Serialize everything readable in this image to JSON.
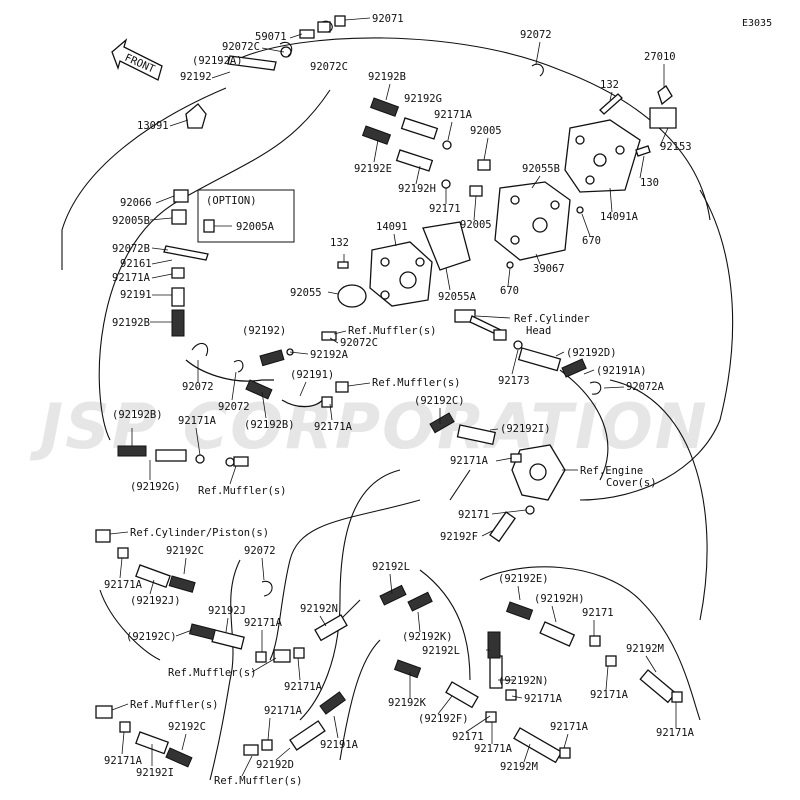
{
  "diagram_code": "E3035",
  "front_label": "FRONT",
  "watermark": "JSP CORPORATION",
  "option_label": "(OPTION)",
  "labels": {
    "l001": "59071",
    "l002": "92071",
    "l003": "92072C",
    "l004": "92072C",
    "l005": "(92192A)",
    "l006": "92192",
    "l007": "13091",
    "l008": "92072",
    "l009": "27010",
    "l010": "132",
    "l011": "92153",
    "l012": "130",
    "l013": "92192B",
    "l014": "92192G",
    "l015": "92171A",
    "l016": "92005",
    "l017": "92055B",
    "l018": "92192E",
    "l019": "92192H",
    "l020": "92171",
    "l021": "92005",
    "l022": "14091A",
    "l023": "670",
    "l024": "39067",
    "l025": "670",
    "l026": "92066",
    "l027": "92005B",
    "l028": "92005A",
    "l029": "92072B",
    "l030": "92161",
    "l031": "92171A",
    "l032": "92191",
    "l033": "92192B",
    "l034": "132",
    "l035": "14091",
    "l036": "92055",
    "l037": "92055A",
    "l038": "(92192)",
    "l039": "Ref.Muffler(s)",
    "l040": "92072C",
    "l041": "92192A",
    "l042": "Ref.Cylinder",
    "l043": "Head",
    "l044": "(92192D)",
    "l045": "92173",
    "l046": "(92191A)",
    "l047": "92072A",
    "l048": "92072",
    "l049": "92072",
    "l050": "(92191)",
    "l051": "Ref.Muffler(s)",
    "l052": "(92192B)",
    "l053": "92171A",
    "l054": "(92192C)",
    "l055": "(92192I)",
    "l056": "(92192B)",
    "l057": "92171A",
    "l058": "(92192G)",
    "l059": "Ref.Muffler(s)",
    "l060": "92171A",
    "l061": "Ref.Engine",
    "l062": "Cover(s)",
    "l063": "92171",
    "l064": "92192F",
    "l065": "Ref.Cylinder/Piston(s)",
    "l066": "92192C",
    "l067": "92072",
    "l068": "92171A",
    "l069": "(92192J)",
    "l070": "92192J",
    "l071": "(92192C)",
    "l072": "92171A",
    "l073": "Ref.Muffler(s)",
    "l074": "92171A",
    "l075": "92192N",
    "l076": "92192L",
    "l077": "(92192K)",
    "l078": "92192L",
    "l079": "(92192E)",
    "l080": "(92192H)",
    "l081": "92171",
    "l082": "(92192N)",
    "l083": "92171A",
    "l084": "92192M",
    "l085": "92171A",
    "l086": "92171A",
    "l087": "Ref.Muffler(s)",
    "l088": "92192C",
    "l089": "92171A",
    "l090": "92191A",
    "l091": "92192K",
    "l092": "(92192F)",
    "l093": "92171",
    "l094": "92171A",
    "l095": "92171A",
    "l096": "92192M",
    "l097": "92171A",
    "l098": "92192I",
    "l099": "92192D",
    "l100": "Ref.Muffler(s)"
  }
}
